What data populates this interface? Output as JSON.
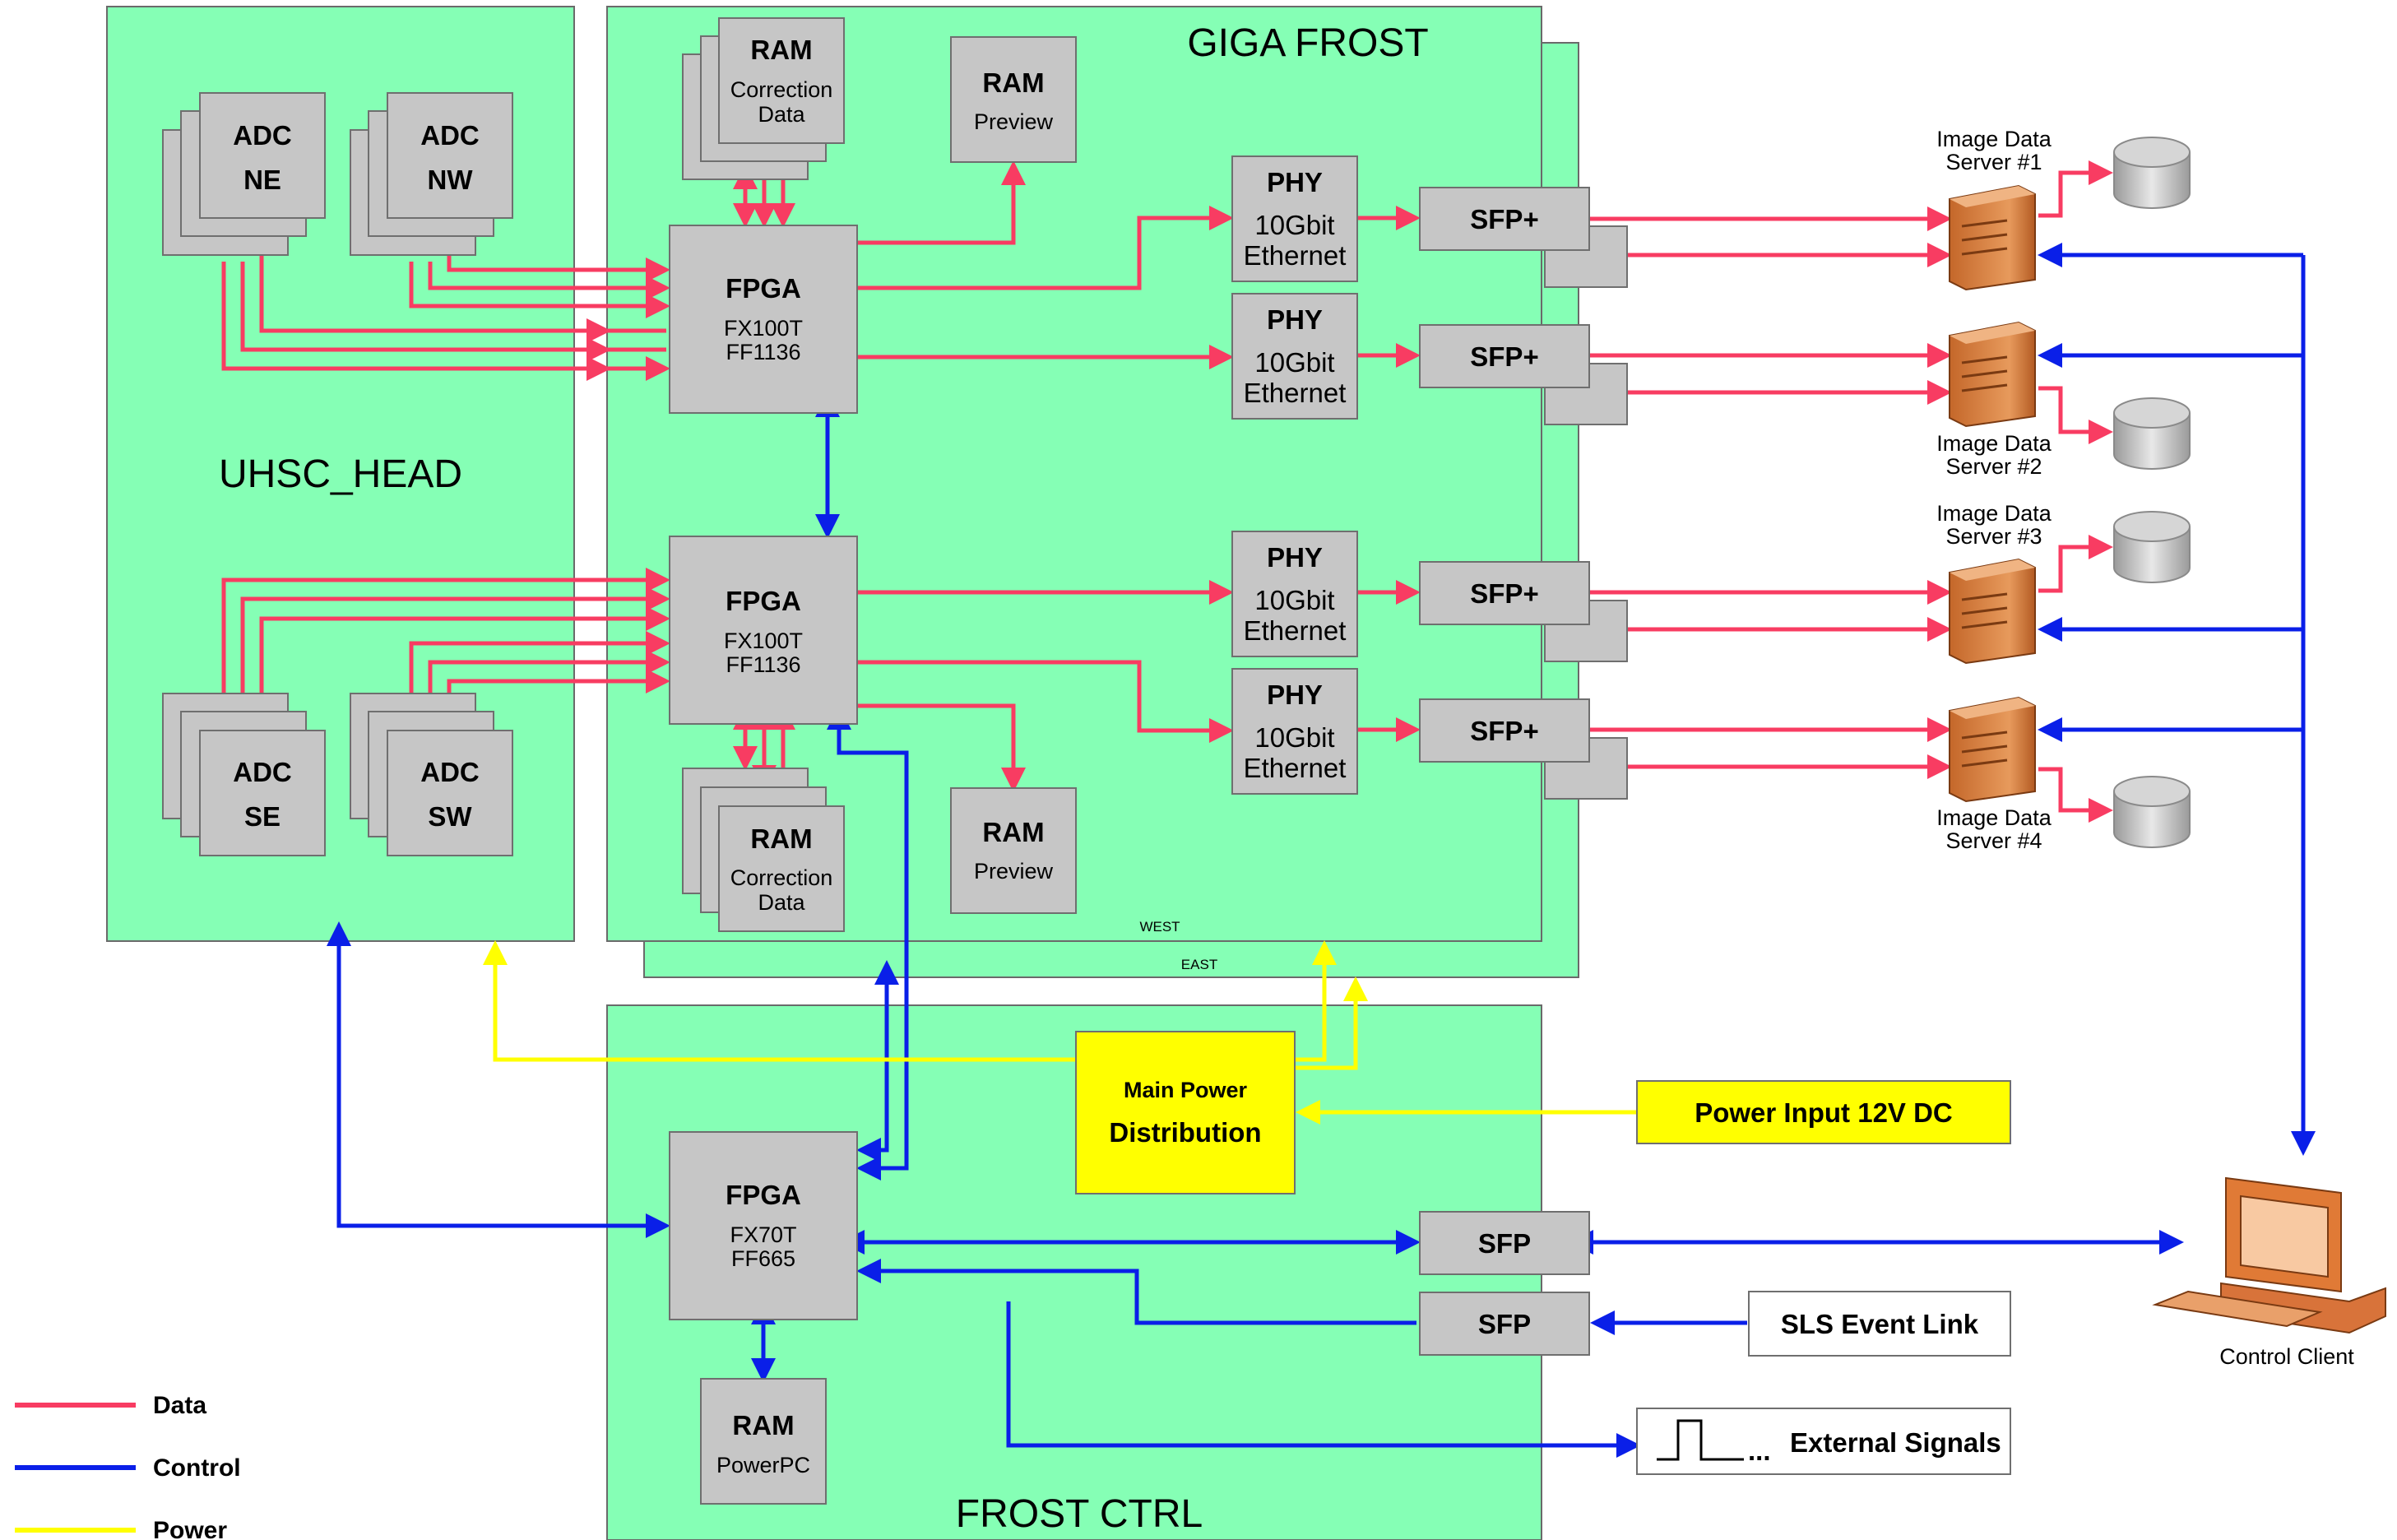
{
  "regions": {
    "uhsc_head": "UHSC_HEAD",
    "giga_frost": "GIGA FROST",
    "frost_ctrl": "FROST CTRL",
    "west": "WEST",
    "east": "EAST"
  },
  "adc": {
    "label": "ADC",
    "ne": "NE",
    "nw": "NW",
    "se": "SE",
    "sw": "SW"
  },
  "ram": {
    "label": "RAM",
    "correction": "Correction",
    "data": "Data",
    "preview": "Preview",
    "powerpc": "PowerPC"
  },
  "fpga": {
    "label": "FPGA",
    "top_part": "FX100T",
    "top_pkg": "FF1136",
    "bottom_part": "FX100T",
    "bottom_pkg": "FF1136",
    "ctrl_part": "FX70T",
    "ctrl_pkg": "FF665"
  },
  "phy": {
    "label": "PHY",
    "line1": "10Gbit",
    "line2": "Ethernet"
  },
  "sfp": {
    "plus": "SFP+",
    "plain": "SFP"
  },
  "servers": {
    "label": "Image Data",
    "s1": "Server #1",
    "s2": "Server #2",
    "s3": "Server #3",
    "s4": "Server #4"
  },
  "power": {
    "main_line1": "Main Power",
    "main_line2": "Distribution",
    "input": "Power Input 12V DC"
  },
  "external": {
    "sls": "SLS Event Link",
    "signals": "External Signals",
    "dots": "...",
    "client": "Control Client"
  },
  "legend": {
    "data": "Data",
    "control": "Control",
    "power": "Power",
    "colors": {
      "data": "#f83c62",
      "control": "#0a1fe8",
      "power": "#ffff00"
    }
  }
}
